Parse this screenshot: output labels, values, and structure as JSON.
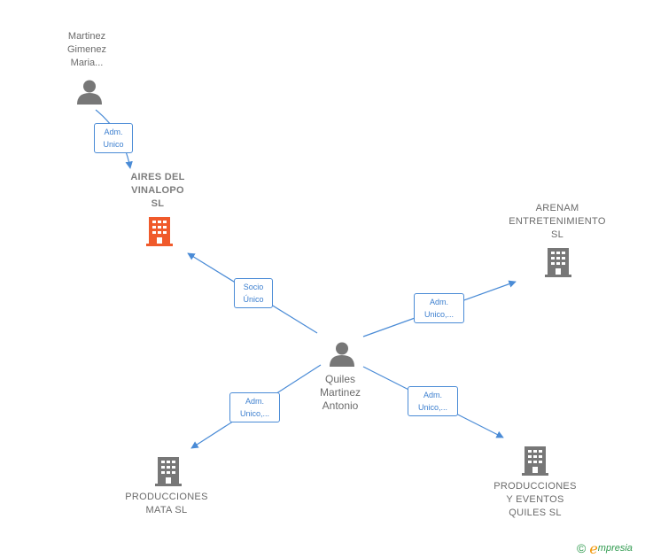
{
  "nodes": {
    "person_martinez": {
      "label": "Martinez\nGimenez\nMaria...",
      "icon": "person-icon"
    },
    "company_aires": {
      "label": "AIRES DEL\nVINALOPO\nSL",
      "icon": "building-icon",
      "color": "#f05a2b"
    },
    "company_arenam": {
      "label": "ARENAM\nENTRETENIMIENTO\nSL",
      "icon": "building-icon",
      "color": "#777777"
    },
    "person_quiles": {
      "label": "Quiles\nMartinez\nAntonio",
      "icon": "person-icon"
    },
    "company_mata": {
      "label": "PRODUCCIONES\nMATA  SL",
      "icon": "building-icon",
      "color": "#777777"
    },
    "company_eventos": {
      "label": "PRODUCCIONES\nY EVENTOS\nQUILES SL",
      "icon": "building-icon",
      "color": "#777777"
    }
  },
  "edges": {
    "martinez_aires": "Adm.\nUnico",
    "quiles_aires": "Socio\nÚnico",
    "quiles_arenam": "Adm.\nUnico,...",
    "quiles_mata": "Adm.\nUnico,...",
    "quiles_eventos": "Adm.\nUnico,..."
  },
  "colors": {
    "edge": "#4a8bd6",
    "person": "#777777",
    "text": "#6b6b6b"
  },
  "brand": {
    "copyright": "©",
    "initial": "e",
    "rest": "mpresia"
  }
}
